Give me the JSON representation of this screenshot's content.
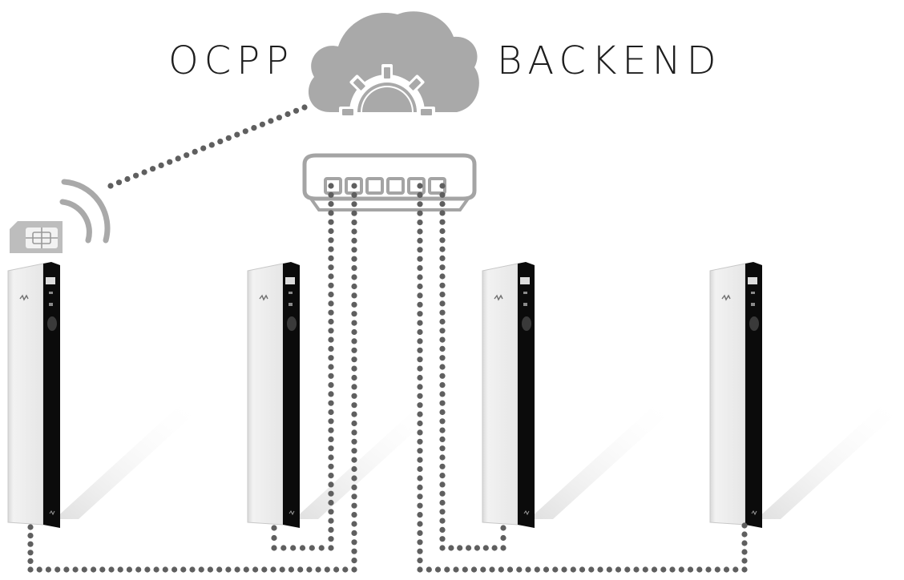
{
  "diagram": {
    "label_left": "OCPP",
    "label_right": "BACKEND",
    "colors": {
      "cloud": "#a9a9a9",
      "dots": "#5f5f5f",
      "switch_outline": "#a4a4a4",
      "charger_body": "#ebebeb",
      "charger_front": "#0b0b0b",
      "shadow": "#e4e4e4"
    },
    "icons": [
      "cloud-gear-icon",
      "network-switch-icon",
      "sim-card-icon",
      "wireless-signal-icon",
      "charging-station-icon"
    ],
    "chargers": [
      {
        "id": "charger-1",
        "connection": "cellular-sim"
      },
      {
        "id": "charger-2",
        "connection": "switch-wired"
      },
      {
        "id": "charger-3",
        "connection": "switch-wired"
      },
      {
        "id": "charger-4",
        "connection": "switch-wired"
      }
    ]
  }
}
